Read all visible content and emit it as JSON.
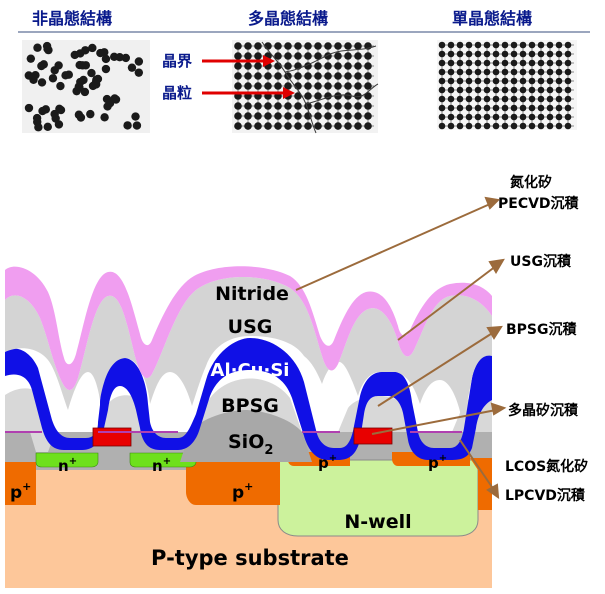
{
  "top_panels": {
    "amorphous_title": "非晶態結構",
    "polycrystal_title": "多晶態結構",
    "single_crystal_title": "單晶態結構",
    "grain_boundary_label": "晶界",
    "grain_label": "晶粒"
  },
  "layers": {
    "nitride": "Nitride",
    "usg": "USG",
    "metal": "Al·Cu·Si",
    "bpsg": "BPSG",
    "sio2": "SiO",
    "sio2_sub": "2",
    "n_plus": "n",
    "p_plus": "p",
    "plus": "+",
    "nwell": "N-well",
    "substrate": "P-type substrate"
  },
  "callouts": {
    "pecvd_line1": "氮化矽",
    "pecvd_line2": "PECVD沉積",
    "usg": "USG沉積",
    "bpsg": "BPSG沉積",
    "poly": "多晶矽沉積",
    "lcos": "LCOS氮化矽",
    "lpcvd": "LPCVD沉積"
  },
  "colors": {
    "title_blue": "#0a1a8c",
    "arrow_red": "#e00000",
    "callout_arrow": "#9c6b3c",
    "nitride": "#f09ef0",
    "usg": "#d4d4d4",
    "metal": "#1010e6",
    "bpsg": "#d8d8d8",
    "sio2": "#a8a8a8",
    "substrate": "#fdc79a",
    "p_plus": "#ef6b00",
    "n_plus": "#6ee01c",
    "nwell": "#ccf29c",
    "poly": "#e80000"
  }
}
